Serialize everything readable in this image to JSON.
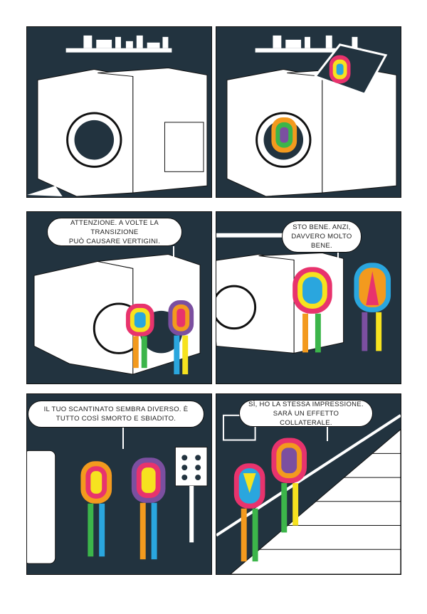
{
  "panels": [
    {
      "id": 1,
      "dialogue": []
    },
    {
      "id": 2,
      "dialogue": []
    },
    {
      "id": 3,
      "dialogue": [
        "ATTENZIONE. A VOLTE LA TRANSIZIONE",
        "PUÒ CAUSARE VERTIGINI."
      ]
    },
    {
      "id": 4,
      "dialogue": [
        "STO BENE. ANZI,",
        "DAVVERO MOLTO BENE."
      ]
    },
    {
      "id": 5,
      "dialogue": [
        "IL TUO SCANTINATO SEMBRA DIVERSO. È",
        "TUTTO COSÌ SMORTO E SBIADITO."
      ]
    },
    {
      "id": 6,
      "dialogue": [
        "SÌ, HO LA STESSA IMPRESSIONE.",
        "SARÀ UN EFFETTO COLLATERALE."
      ]
    }
  ],
  "colors": {
    "background": "#22333f",
    "line": "#ffffff",
    "rainbow": [
      "#e8336d",
      "#f39a1e",
      "#f6e21f",
      "#3cb54a",
      "#2aa6de",
      "#7b4fa0"
    ]
  }
}
